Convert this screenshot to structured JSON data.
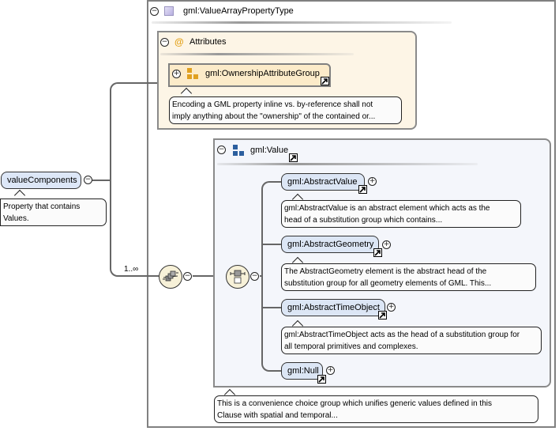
{
  "complex_type": {
    "name": "gml:ValueArrayPropertyType",
    "icon": "complex-type-icon",
    "toggle": "collapse"
  },
  "attributes": {
    "title": "Attributes",
    "icon": "at-sign-icon",
    "at_symbol": "@",
    "group": {
      "name": "gml:OwnershipAttributeGroup",
      "icon": "attribute-group-icon",
      "toggle": "expand",
      "doc": [
        "Encoding a GML property inline vs. by-reference shall not",
        "imply anything about the \"ownership\" of the contained or..."
      ]
    }
  },
  "root_element": {
    "name": "valueComponents",
    "doc": [
      "Property that contains",
      "Values."
    ]
  },
  "sequence": {
    "cardinality": "1..∞",
    "icon": "sequence-icon"
  },
  "choice": {
    "icon": "choice-icon"
  },
  "value_group": {
    "name": "gml:Value",
    "icon": "group-icon",
    "doc": [
      "This is a convenience choice group which unifies generic values defined in this",
      "Clause with spatial and temporal..."
    ],
    "elements": [
      {
        "name": "gml:AbstractValue",
        "doc": [
          "gml:AbstractValue is an abstract element which acts as the",
          "head of a substitution group which contains..."
        ]
      },
      {
        "name": "gml:AbstractGeometry",
        "doc": [
          "The AbstractGeometry element is the abstract head of the",
          "substitution group for all geometry elements of GML. This..."
        ]
      },
      {
        "name": "gml:AbstractTimeObject",
        "doc": [
          "gml:AbstractTimeObject acts as the head of a substitution group for",
          "all temporal primitives and complexes."
        ]
      },
      {
        "name": "gml:Null",
        "doc": []
      }
    ]
  },
  "symbols": {
    "minus": "−",
    "plus": "+"
  },
  "colors": {
    "attr_bg": "#fdf5e6",
    "group_bg": "#f4f6fb",
    "element_bg": "#dce6f5",
    "complex_icon": "#c8c0e8"
  }
}
